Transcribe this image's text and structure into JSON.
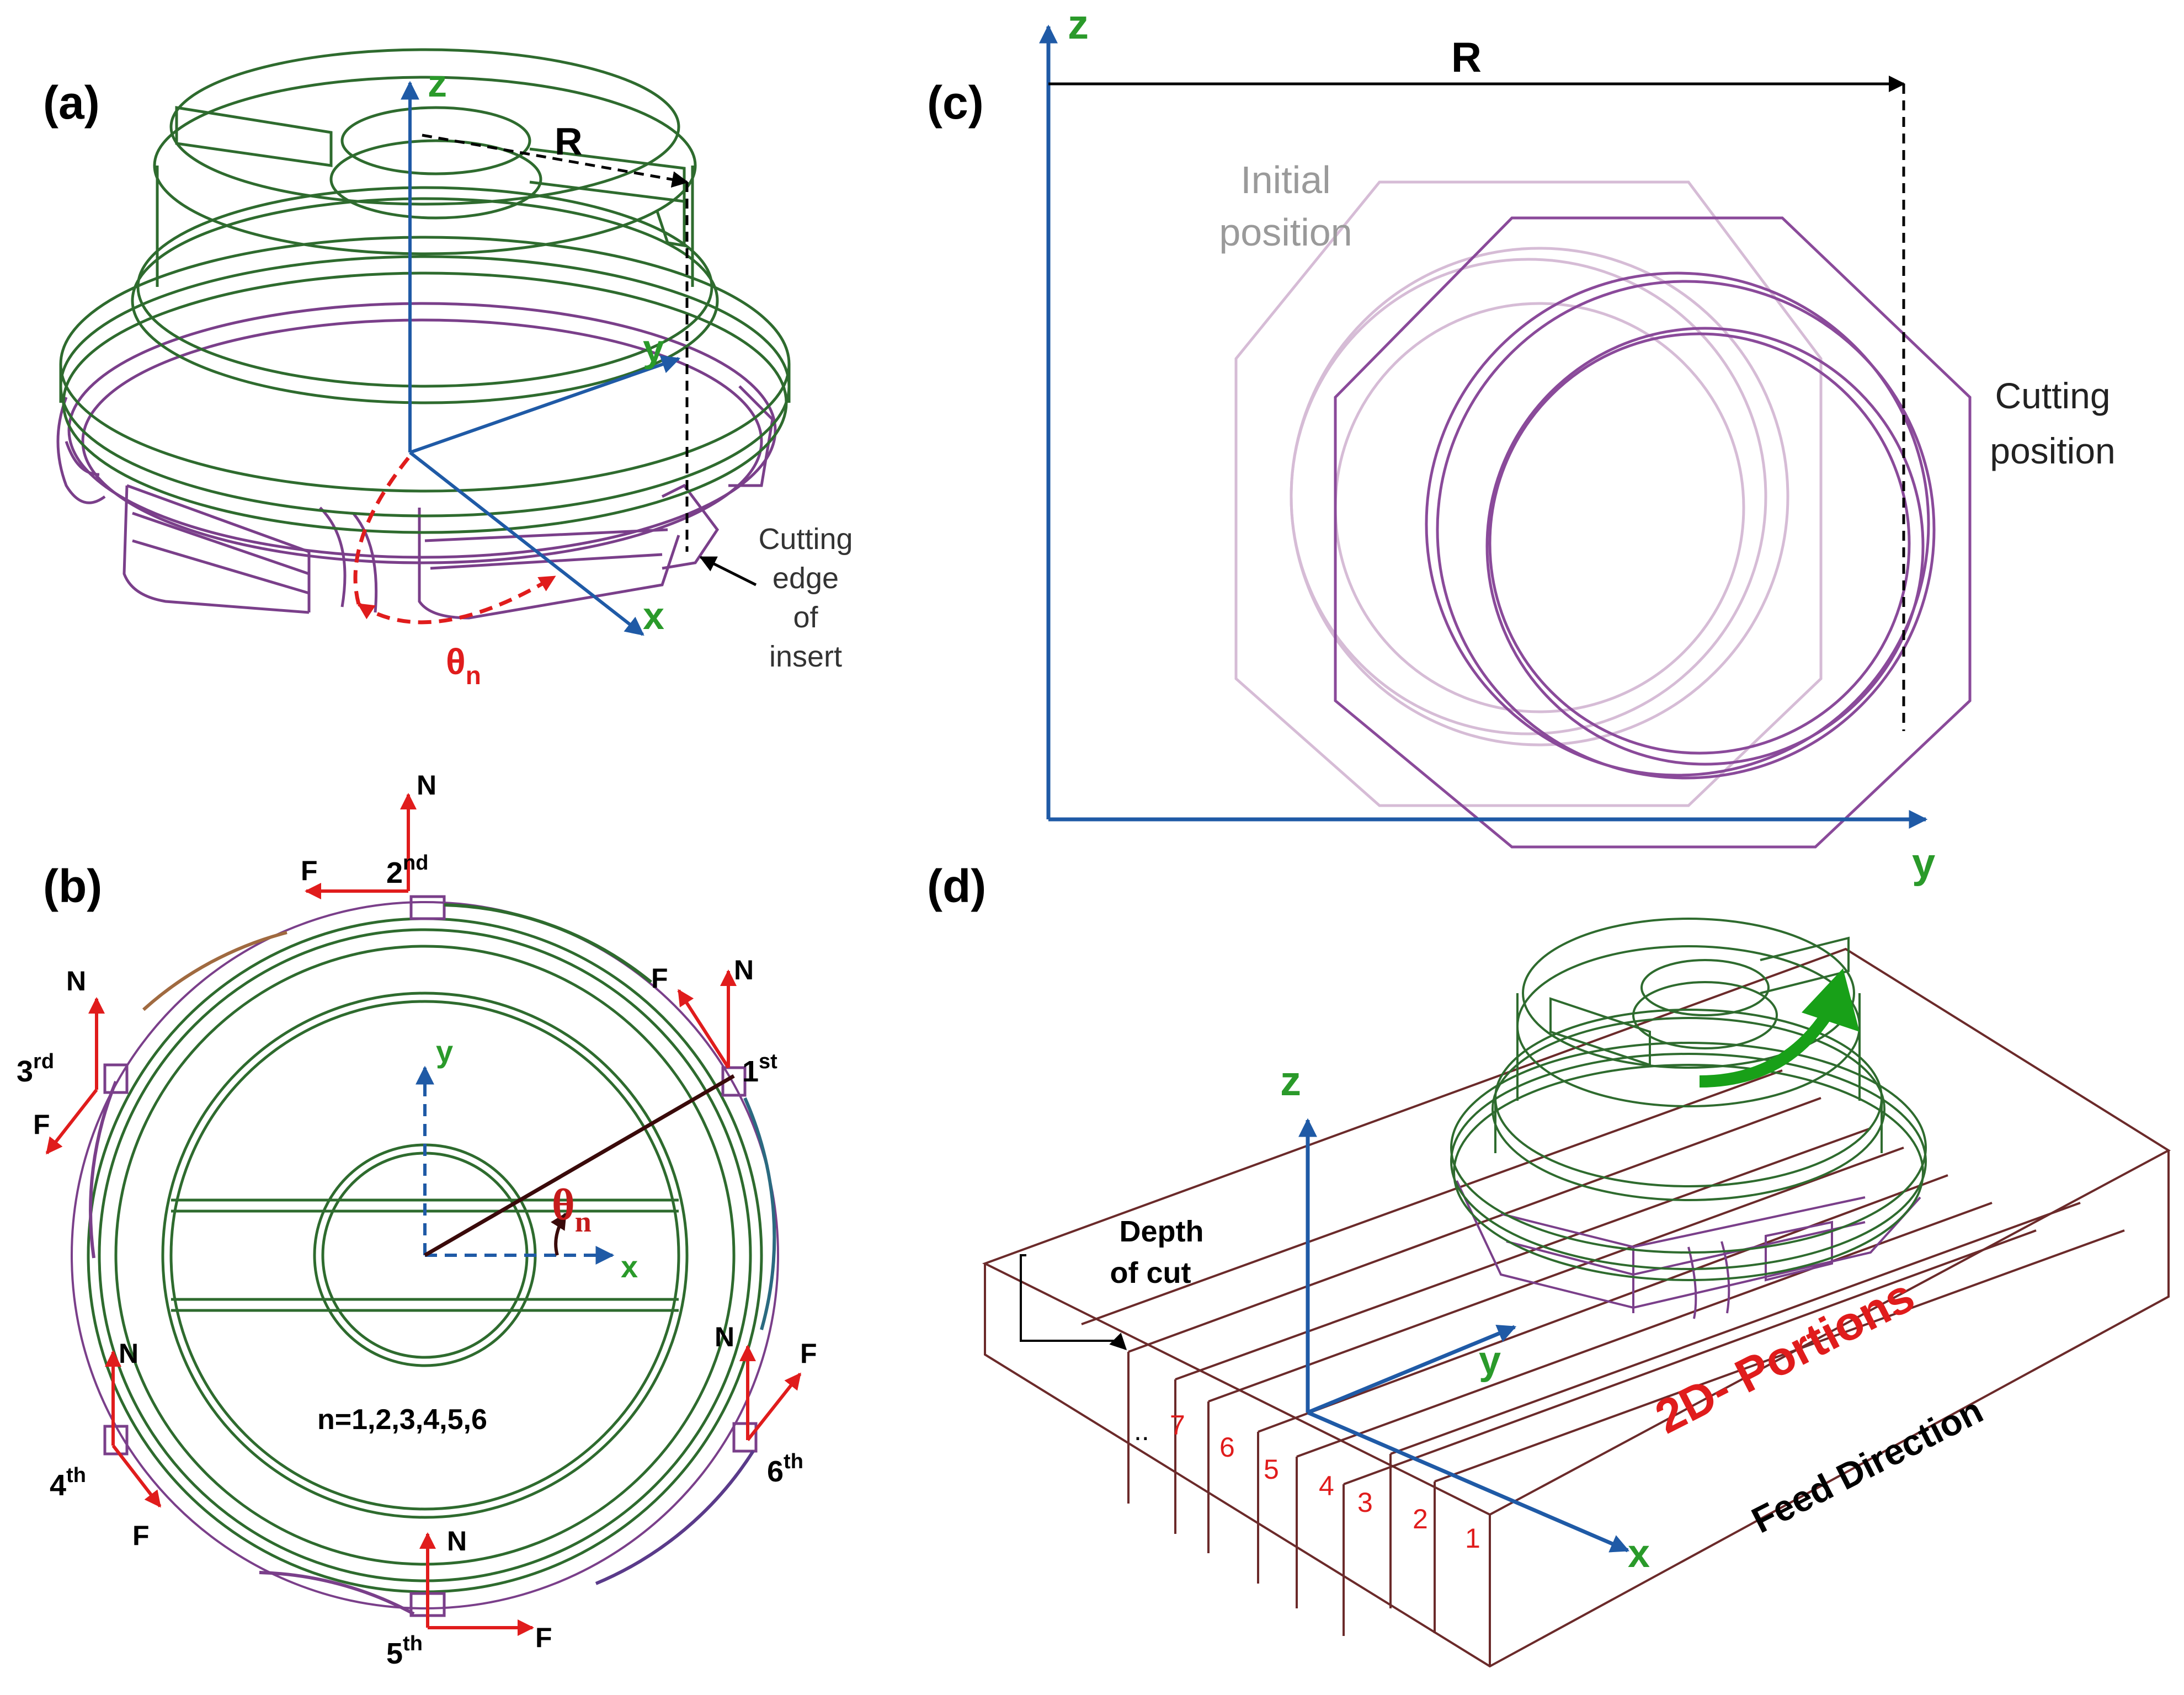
{
  "panels": {
    "a": {
      "label": "(a)",
      "axis_z": "z",
      "axis_y": "y",
      "axis_x": "x",
      "radius": "R",
      "theta": "θ",
      "theta_sub": "n",
      "callout_lines": [
        "Cutting",
        "edge",
        "of",
        "insert"
      ]
    },
    "b": {
      "label": "(b)",
      "axis_y": "y",
      "axis_x": "x",
      "theta": "θ",
      "theta_sub": "n",
      "normal": "N",
      "friction": "F",
      "index_text": "n=1,2,3,4,5,6",
      "inserts": [
        {
          "num": "1",
          "sup": "st"
        },
        {
          "num": "2",
          "sup": "nd"
        },
        {
          "num": "3",
          "sup": "rd"
        },
        {
          "num": "4",
          "sup": "th"
        },
        {
          "num": "5",
          "sup": "th"
        },
        {
          "num": "6",
          "sup": "th"
        }
      ]
    },
    "c": {
      "label": "(c)",
      "axis_z": "z",
      "axis_y": "y",
      "radius": "R",
      "initial_lines": [
        "Initial",
        "position"
      ],
      "cutting_lines": [
        "Cutting",
        "position"
      ]
    },
    "d": {
      "label": "(d)",
      "axis_z": "z",
      "axis_y": "y",
      "axis_x": "x",
      "depth_lines": [
        "Depth",
        "of cut"
      ],
      "portions_title": "2D- Portions",
      "feed_direction": "Feed Direction",
      "portion_numbers": [
        "1",
        "2",
        "3",
        "4",
        "5",
        "6",
        "7",
        ".."
      ]
    }
  },
  "colors": {
    "axis_blue": "#1f5aa6",
    "axis_label_green": "#2a9a2a",
    "tool_green": "#2e6b2e",
    "insert_purple": "#7a3f8a",
    "force_red": "#e01c1c",
    "radius_dark": "#4a1010",
    "workpiece_brown": "#6b2a2a",
    "initial_gray": "#9a9a9a",
    "rotation_green": "#18a018"
  }
}
